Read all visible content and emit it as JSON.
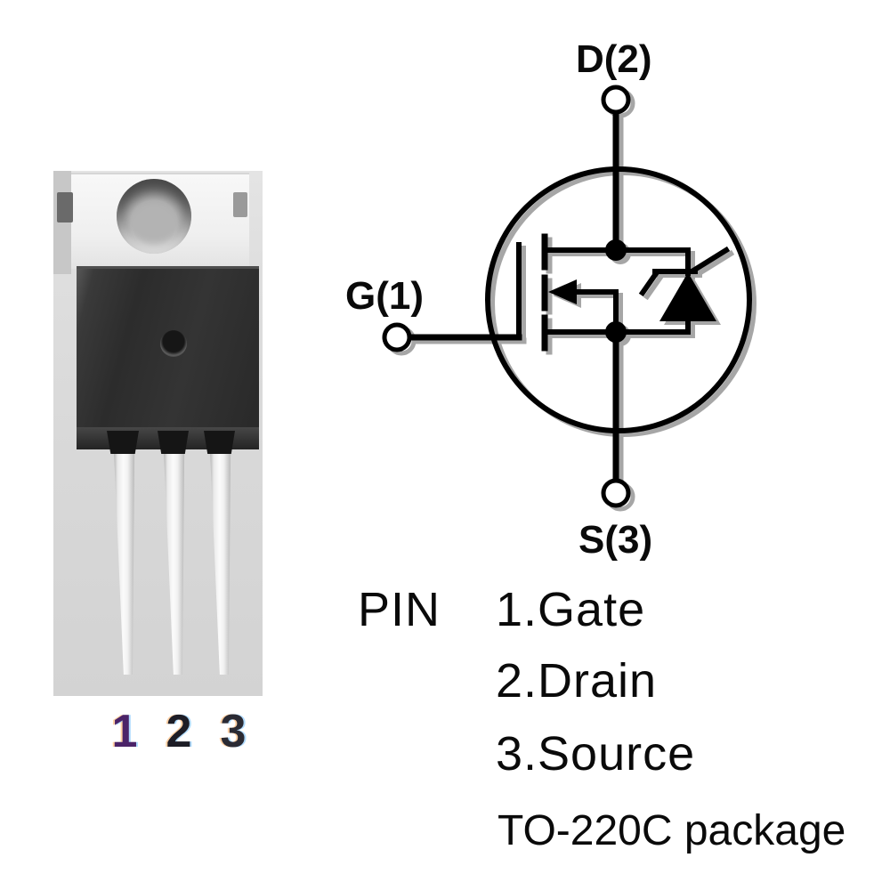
{
  "photo": {
    "pin_numbers": [
      "1",
      "2",
      "3"
    ]
  },
  "schematic": {
    "drain_label": "D(2)",
    "gate_label": "G(1)",
    "source_label": "S(3)"
  },
  "legend": {
    "heading": "PIN",
    "items": [
      "1.Gate",
      "2.Drain",
      "3.Source"
    ],
    "package_note": "TO-220C package"
  },
  "colors": {
    "schematic_ink": "#000000",
    "schematic_shadow": "#a6a6a6",
    "text": "#0a0a0a",
    "pin_digit_colors": [
      "#4b2368",
      "#1d1d26",
      "#2a2a33"
    ],
    "photo_background": "#d9d9d9",
    "metal_tab": "#f1f1f1",
    "package_body": "#303030",
    "leg_silver": "#f2f2f2"
  }
}
